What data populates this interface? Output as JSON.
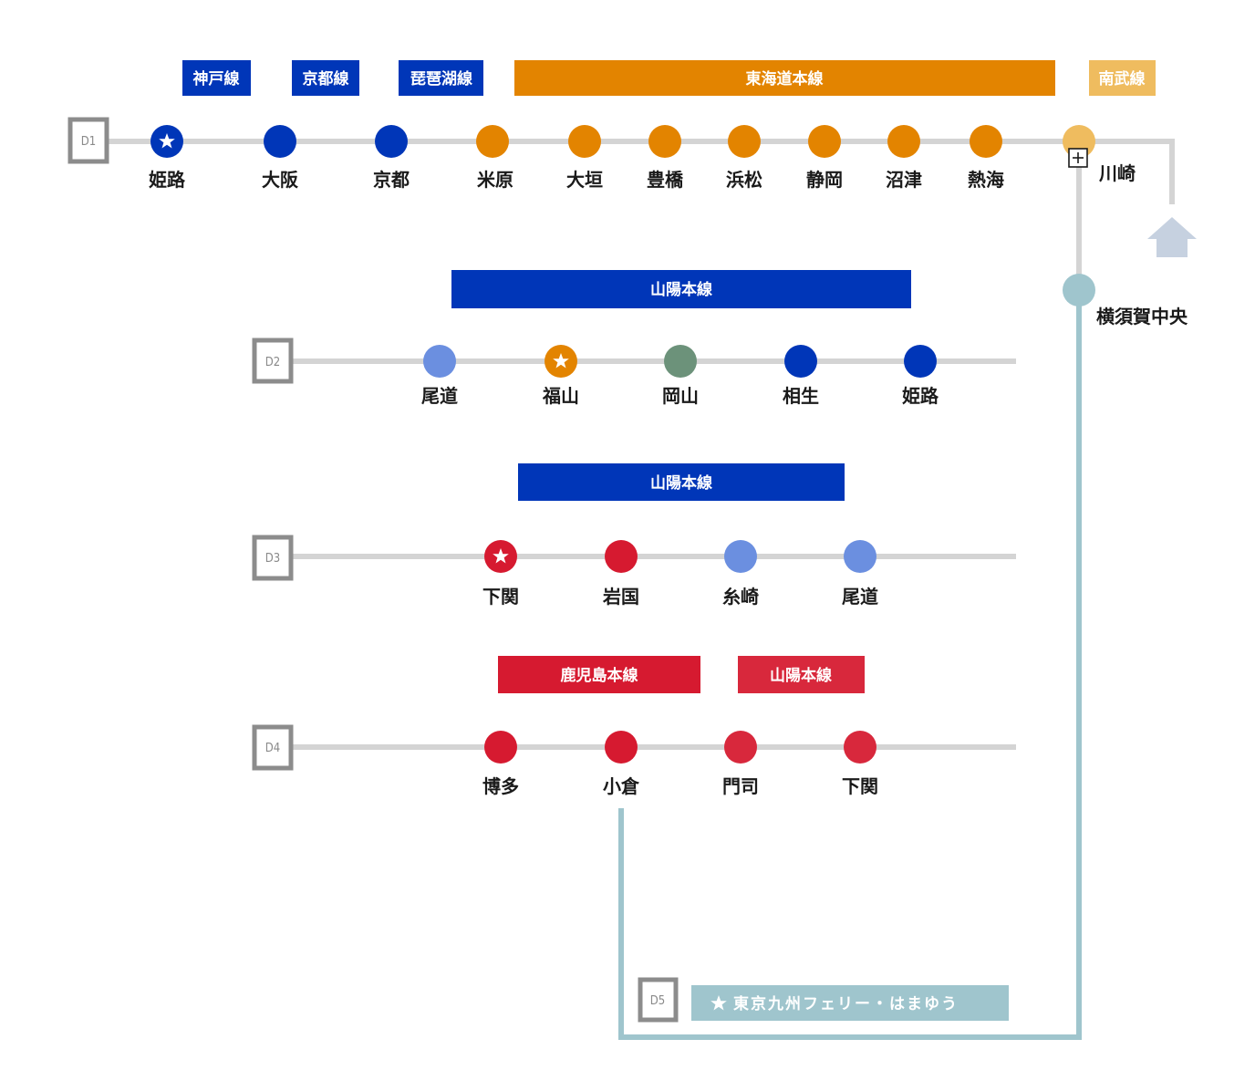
{
  "colors": {
    "track": "#d4d4d4",
    "frame": "#8c8c8c",
    "blue": "#0036b8",
    "orange": "#e38400",
    "light_orange": "#efbc5f",
    "light_blue": "#6b8fe0",
    "green": "#6c927a",
    "red": "#d61a30",
    "teal": "#9fc5cd",
    "home": "#c6d1e0"
  },
  "days": {
    "d1": {
      "label": "D1",
      "lines": [
        {
          "name": "神戸線",
          "color": "#0036b8"
        },
        {
          "name": "京都線",
          "color": "#0036b8"
        },
        {
          "name": "琵琶湖線",
          "color": "#0036b8"
        },
        {
          "name": "東海道本線",
          "color": "#e38400"
        },
        {
          "name": "南武線",
          "color": "#efbc5f"
        }
      ],
      "stations": [
        {
          "name": "姫路",
          "icon": "star-icon",
          "color": "#0036b8"
        },
        {
          "name": "大阪",
          "color": "#0036b8"
        },
        {
          "name": "京都",
          "color": "#0036b8"
        },
        {
          "name": "米原",
          "color": "#e38400"
        },
        {
          "name": "大垣",
          "color": "#e38400"
        },
        {
          "name": "豊橋",
          "color": "#e38400"
        },
        {
          "name": "浜松",
          "color": "#e38400"
        },
        {
          "name": "静岡",
          "color": "#e38400"
        },
        {
          "name": "沼津",
          "color": "#e38400"
        },
        {
          "name": "熱海",
          "color": "#e38400"
        },
        {
          "name": "川崎",
          "icon": "transfer-icon",
          "color": "#efbc5f"
        },
        {
          "name": "横須賀中央",
          "color": "#9fc5cd"
        }
      ]
    },
    "d2": {
      "label": "D2",
      "lines": [
        {
          "name": "山陽本線",
          "color": "#0036b8"
        }
      ],
      "stations": [
        {
          "name": "尾道",
          "color": "#6b8fe0"
        },
        {
          "name": "福山",
          "icon": "star-icon",
          "color": "#e38400"
        },
        {
          "name": "岡山",
          "color": "#6c927a"
        },
        {
          "name": "相生",
          "color": "#0036b8"
        },
        {
          "name": "姫路",
          "color": "#0036b8"
        }
      ]
    },
    "d3": {
      "label": "D3",
      "lines": [
        {
          "name": "山陽本線",
          "color": "#0036b8"
        }
      ],
      "stations": [
        {
          "name": "下関",
          "icon": "star-icon",
          "color": "#d61a30"
        },
        {
          "name": "岩国",
          "color": "#d61a30"
        },
        {
          "name": "糸崎",
          "color": "#6b8fe0"
        },
        {
          "name": "尾道",
          "color": "#6b8fe0"
        }
      ]
    },
    "d4": {
      "label": "D4",
      "lines": [
        {
          "name": "鹿児島本線",
          "color": "#d61a30"
        },
        {
          "name": "山陽本線",
          "color": "#d61a30"
        }
      ],
      "stations": [
        {
          "name": "博多",
          "color": "#d61a30"
        },
        {
          "name": "小倉",
          "color": "#d61a30"
        },
        {
          "name": "門司",
          "color": "#d61a30"
        },
        {
          "name": "下関",
          "color": "#d61a30"
        }
      ]
    },
    "d5": {
      "label": "D5",
      "ferry": {
        "name": "東京九州フェリー・はまゆう",
        "icon": "star-icon",
        "color": "#9fc5cd"
      }
    }
  },
  "home_icon": "home-icon"
}
